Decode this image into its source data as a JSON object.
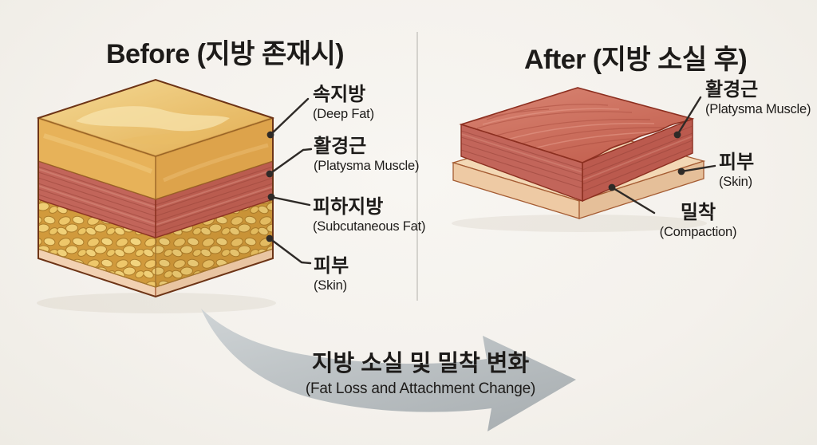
{
  "titles": {
    "before": "Before (지방 존재시)",
    "after": "After (지방 소실 후)"
  },
  "before_labels": {
    "deep_fat": {
      "ko": "속지방",
      "en": "(Deep Fat)"
    },
    "platysma": {
      "ko": "활경근",
      "en": "(Platysma Muscle)"
    },
    "subcutaneous_fat": {
      "ko": "피하지방",
      "en": "(Subcutaneous Fat)"
    },
    "skin": {
      "ko": "피부",
      "en": "(Skin)"
    }
  },
  "after_labels": {
    "platysma": {
      "ko": "활경근",
      "en": "(Platysma Muscle)"
    },
    "skin": {
      "ko": "피부",
      "en": "(Skin)"
    },
    "compaction": {
      "ko": "밀착",
      "en": "(Compaction)"
    }
  },
  "arrow": {
    "ko": "지방 소실 및 밀착 변화",
    "en": "(Fat Loss and Attachment Change)"
  },
  "colors": {
    "deep_fat": "#e8b55c",
    "platysma_muscle": "#c2655a",
    "subcutaneous_fat": "#eec768",
    "skin": "#f0cdaf",
    "arrow_gray": "#b9bec0",
    "background_paper": "#f5f3ef",
    "text": "#1d1b19"
  }
}
